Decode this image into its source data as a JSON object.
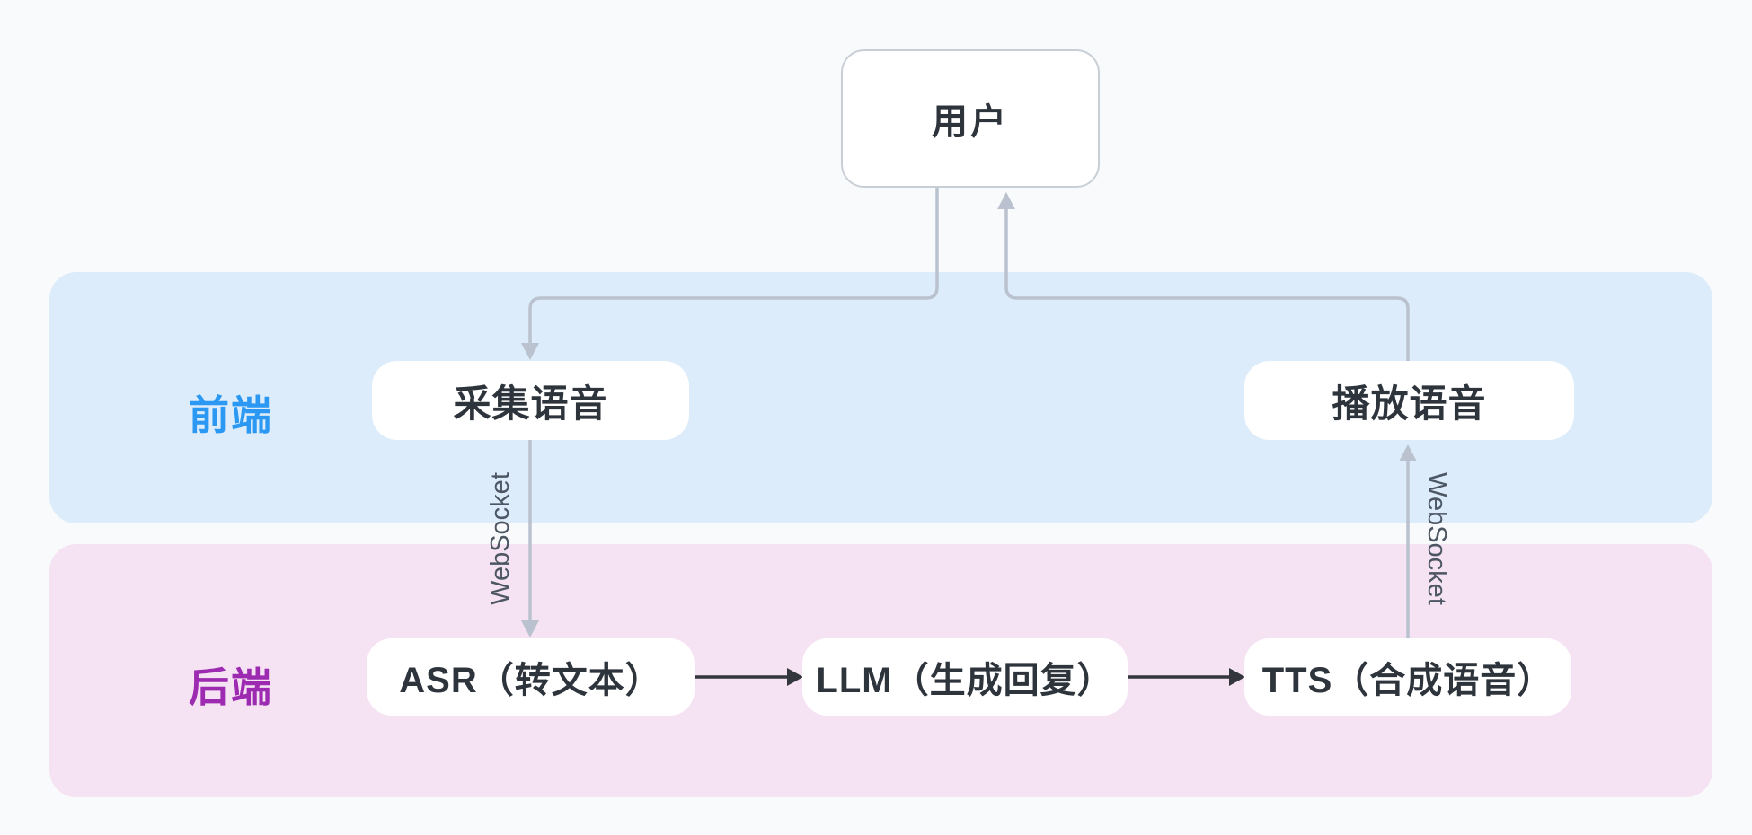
{
  "diagram": {
    "nodes": {
      "user": {
        "label": "用户"
      },
      "capture": {
        "label": "采集语音"
      },
      "play": {
        "label": "播放语音"
      },
      "asr": {
        "label": "ASR（转文本）"
      },
      "llm": {
        "label": "LLM（生成回复）"
      },
      "tts": {
        "label": "TTS（合成语音）"
      }
    },
    "lanes": {
      "frontend": {
        "label": "前端",
        "text_color": "#2b99f3",
        "bg_color": "#ddecfa"
      },
      "backend": {
        "label": "后端",
        "text_color": "#9d2bb1",
        "bg_color": "#f5e3f3"
      }
    },
    "edges": {
      "user_to_capture": {
        "label": ""
      },
      "capture_to_asr": {
        "label": "WebSocket"
      },
      "asr_to_llm": {
        "label": ""
      },
      "llm_to_tts": {
        "label": ""
      },
      "tts_to_play": {
        "label": "WebSocket"
      },
      "play_to_user": {
        "label": ""
      }
    },
    "colors": {
      "page_bg": "#f8fafb",
      "node_bg": "#ffffff",
      "node_text": "#2e343c",
      "user_node_border": "#c9cfd7",
      "gray_connector": "#b9c2ce",
      "dark_connector": "#33373d",
      "edge_label_text": "#4d5663"
    }
  }
}
